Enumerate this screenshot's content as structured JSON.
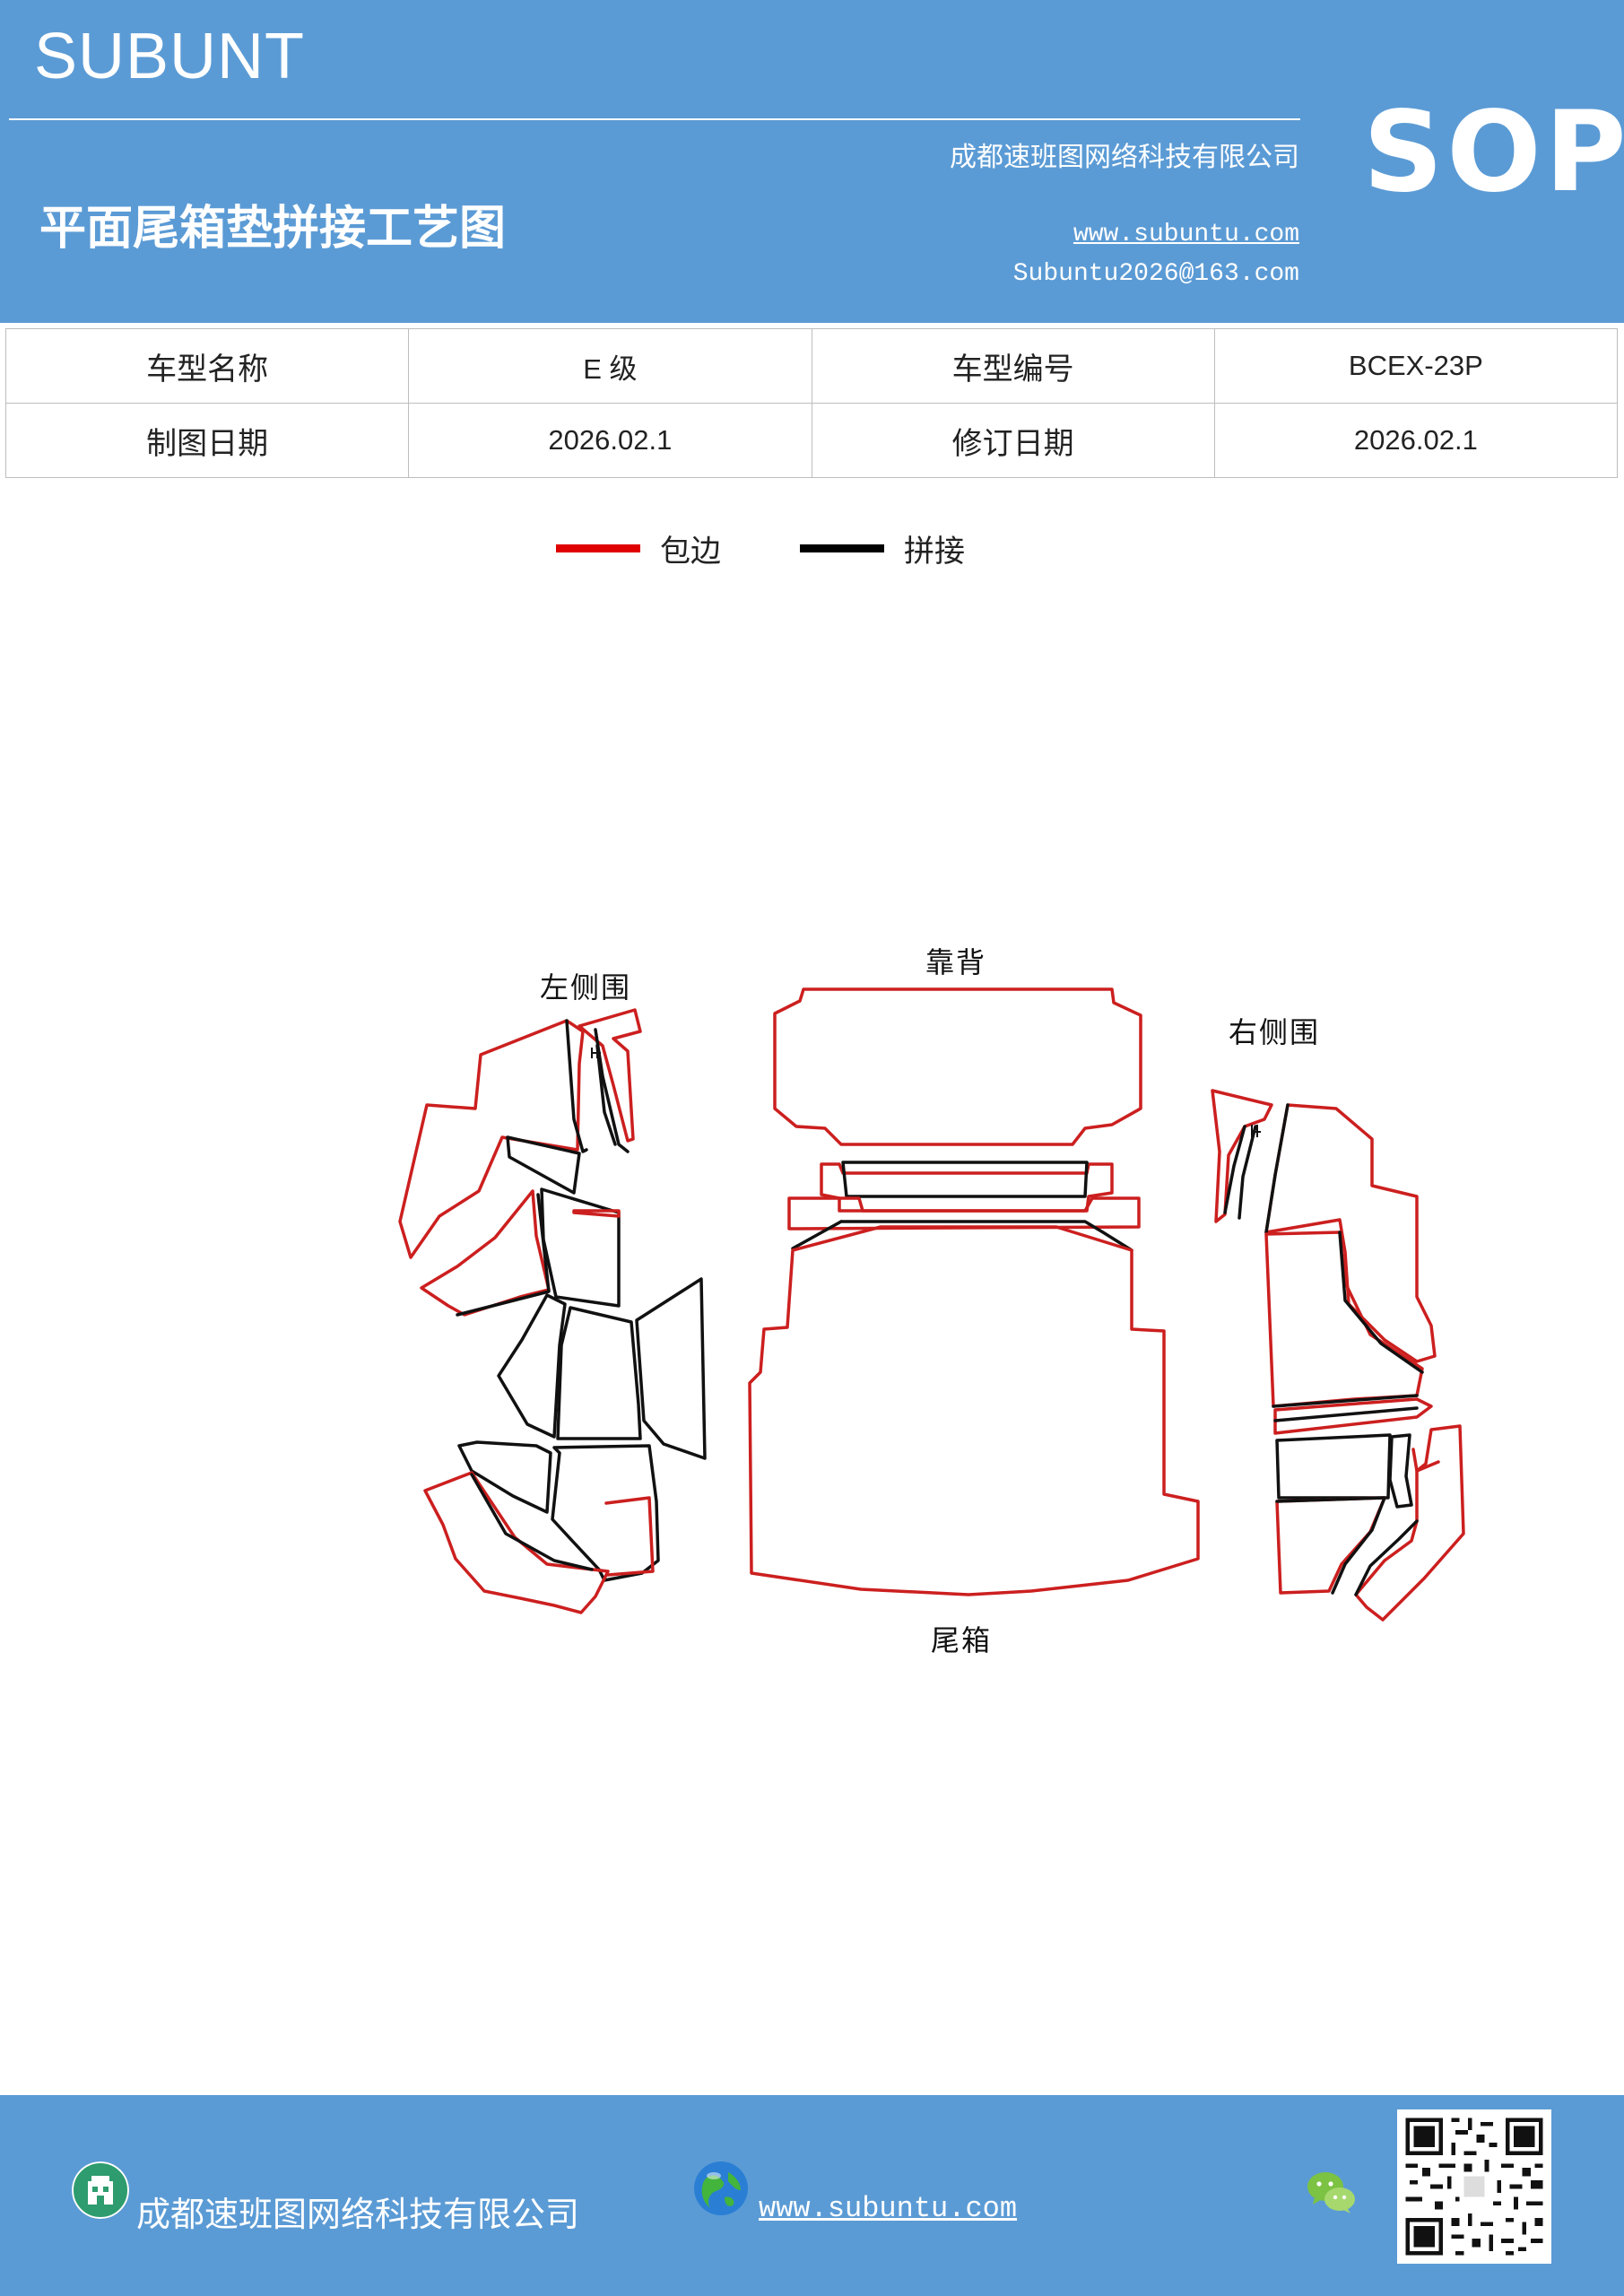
{
  "header": {
    "brand": "SUBUNT",
    "title": "平面尾箱垫拼接工艺图",
    "company": "成都速班图网络科技有限公司",
    "website": "www.subuntu.com",
    "email": "Subuntu2026@163.com",
    "badge": "SOP",
    "background_color": "#5b9bd5"
  },
  "info_table": {
    "rows": [
      [
        {
          "label": "车型名称",
          "value": "E 级"
        },
        {
          "label": "车型编号",
          "value": "BCEX-23P"
        }
      ],
      [
        {
          "label": "制图日期",
          "value": "2026.02.1"
        },
        {
          "label": "修订日期",
          "value": "2026.02.1"
        }
      ]
    ]
  },
  "legend": {
    "items": [
      {
        "label": "包边",
        "color": "#e00000"
      },
      {
        "label": "拼接",
        "color": "#000000"
      }
    ]
  },
  "diagram": {
    "labels": {
      "left": "左侧围",
      "back": "靠背",
      "right": "右侧围",
      "trunk": "尾箱"
    },
    "edge_color": "#cc1f1f",
    "seam_color": "#111111"
  },
  "footer": {
    "company": "成都速班图网络科技有限公司",
    "website": "www.subuntu.com",
    "icons": [
      "building-icon",
      "globe-icon",
      "wechat-icon",
      "qr-code"
    ]
  }
}
